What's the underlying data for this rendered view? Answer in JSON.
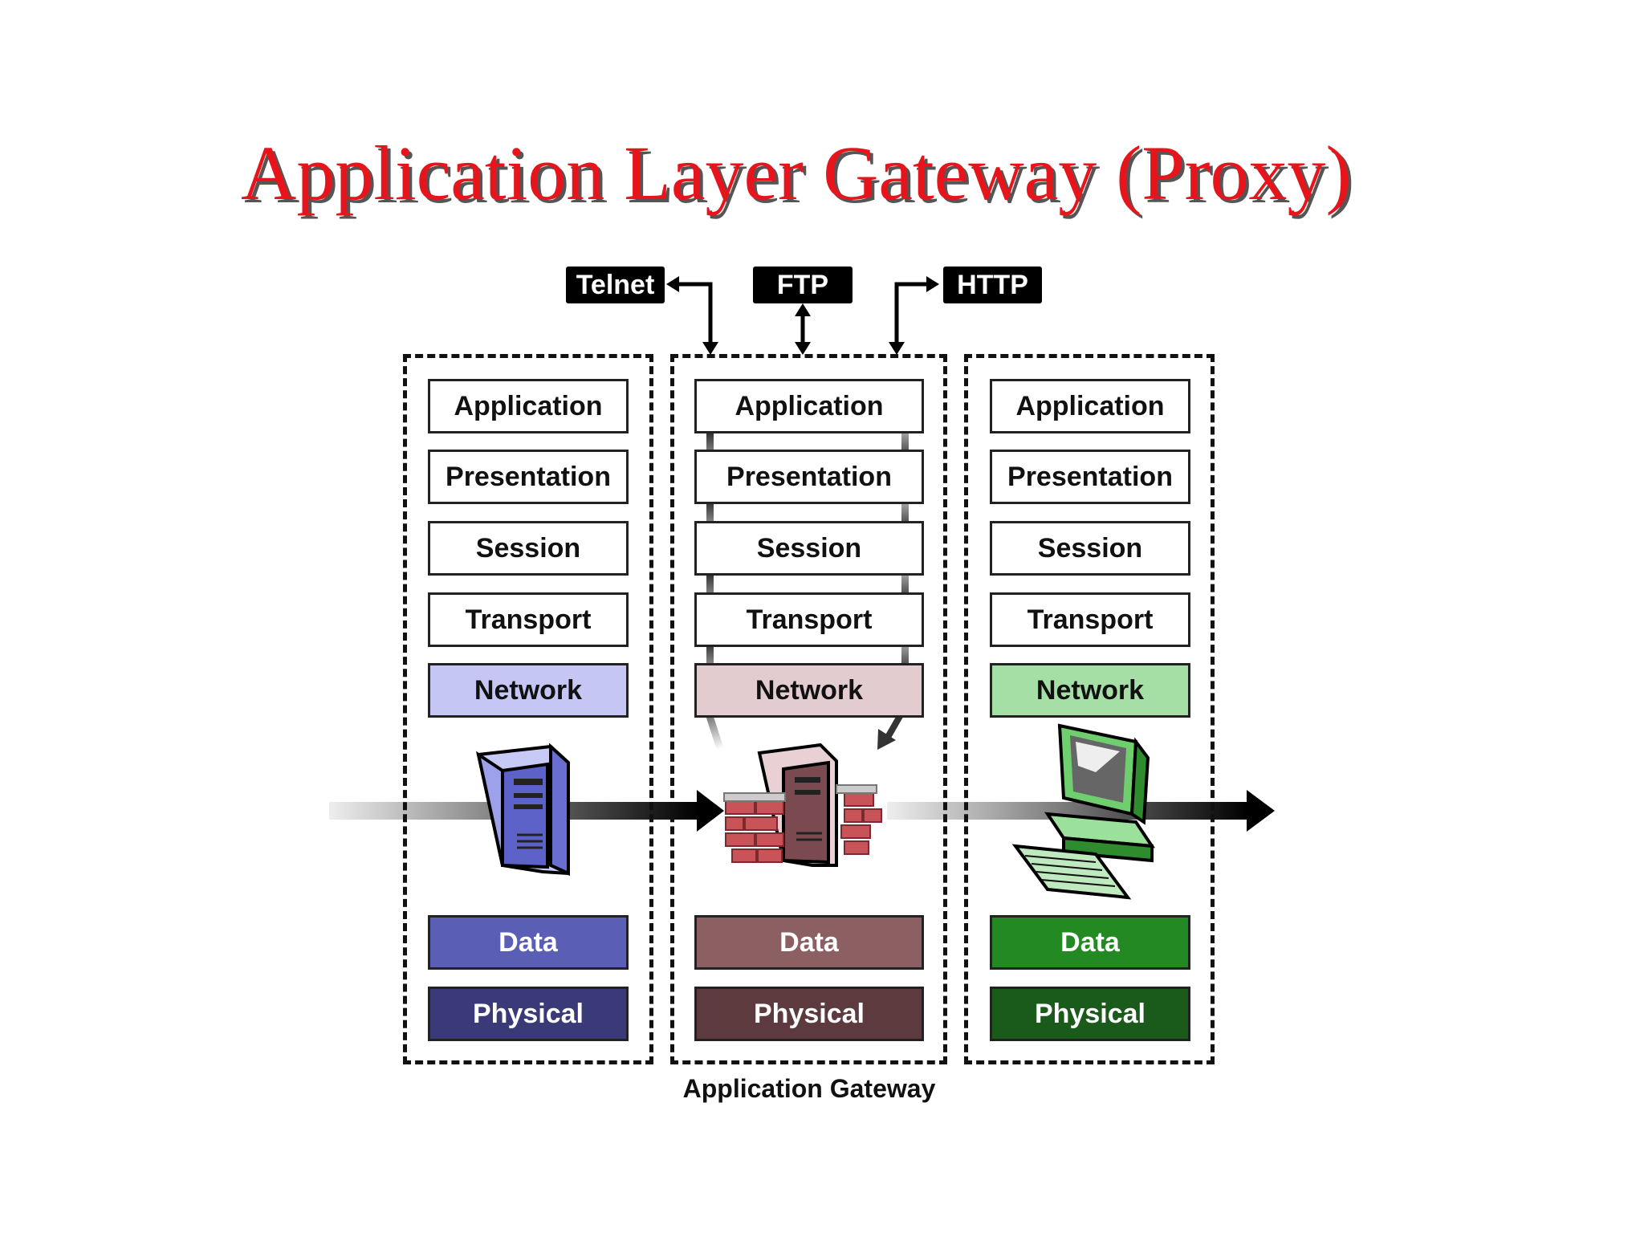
{
  "title": "Application Layer Gateway (Proxy)",
  "protocols": [
    "Telnet",
    "FTP",
    "HTTP"
  ],
  "layers": [
    "Application",
    "Presentation",
    "Session",
    "Transport",
    "Network"
  ],
  "lower_layers": [
    "Data",
    "Physical"
  ],
  "footer": "Application Gateway",
  "stacks": [
    {
      "network_color": "#c6c6f5",
      "data_color": "#5a5eb5",
      "physical_color": "#3b3a78"
    },
    {
      "network_color": "#e2cccf",
      "data_color": "#8c5f62",
      "physical_color": "#5c3a3d"
    },
    {
      "network_color": "#a6dfa6",
      "data_color": "#238a23",
      "physical_color": "#1a5a1a"
    }
  ]
}
